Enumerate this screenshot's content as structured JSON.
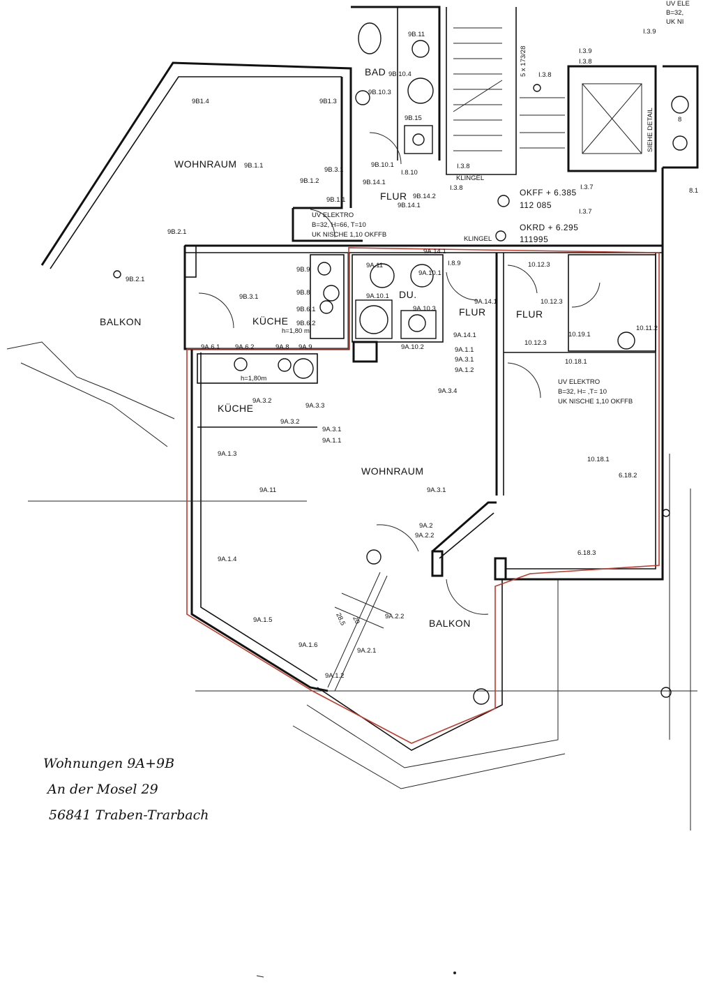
{
  "colors": {
    "ink": "#111111",
    "cable": "#c0392b",
    "paper": "#ffffff"
  },
  "rooms": {
    "wohnraum_9b": "WOHNRAUM",
    "bad": "BAD",
    "flur_9b": "FLUR",
    "balkon_left": "BALKON",
    "kueche_9b": "KÜCHE",
    "du": "DU.",
    "flur_9a": "FLUR",
    "flur_10": "FLUR",
    "kueche_9a": "KÜCHE",
    "wohnraum_9a": "WOHNRAUM",
    "balkon_bottom": "BALKON"
  },
  "notes": {
    "uv1_title": "UV ELEKTRO",
    "uv1_dims": "B=32, H=66, T=10",
    "uv1_nische": "UK NISCHE 1,10 OKFFB",
    "uv2_title": "UV ELEKTRO",
    "uv2_dims": "B=32, H=    ,T= 10",
    "uv2_nische": "UK NISCHE 1,10 OKFFB",
    "okff": "OKFF + 6.385",
    "okff_sub": "112 085",
    "okrd": "OKRD + 6.295",
    "okrd_sub": "111995",
    "klingel1": "KLINGEL",
    "klingel2": "KLINGEL",
    "stairs": "5 x 173/28",
    "siehe_detail": "SIEHE DETAIL",
    "uv_top1": "UV ELE",
    "uv_top2": "B=32,",
    "uv_top3": "UK NI",
    "kueche_h": "h=1,80 m",
    "h180": "h=1,80m"
  },
  "labels": {
    "l_9b14": "9B1.4",
    "l_9b13": "9B1.3",
    "l_9b11": "9B.1.1",
    "l_9b11b": "9B.1.1",
    "l_9b12": "9B.1.2",
    "l_9b31": "9B.3.1",
    "l_9b101": "9B.10.1",
    "l_9b141": "9B.14.1",
    "l_9b1411": "9B.14.1",
    "l_9b142": "9B.14.2",
    "l_i810": "I.8.10",
    "l_9b11t": "9B.11",
    "l_9b104": "9B.10.4",
    "l_9b103": "9B.10.3",
    "l_9b15": "9B.15",
    "l_i39": "I.3.9",
    "l_i39b": "I.3.9",
    "l_i38": "I.3.8",
    "l_i38b": "I.3.8",
    "l_i38c": "I.3.8",
    "l_i38d": "I.3.8",
    "l_i37": "I.3.7",
    "l_i37b": "I.3.7",
    "l_81": "8.1",
    "l_8": "8",
    "l_9b21": "9B.2.1",
    "l_9b21b": "9B.2.1",
    "l_9b9": "9B.9",
    "l_9b8": "9B.8",
    "l_9b61": "9B.6.1",
    "l_9b62": "9B.6.2",
    "l_9b31b": "9B.3.1",
    "l_9a141": "9A.14.1",
    "l_i89": "I.8.9",
    "l_9a11": "9A.11",
    "l_9a101": "9A.10.1",
    "l_9a101b": "9A.10.1",
    "l_9a103": "9A.10.3",
    "l_9a1411": "9A.14.1",
    "l_9a1412": "9A.14.1",
    "l_10123": "10.12.3",
    "l_10123b": "10.12.3",
    "l_10123c": "10.12.3",
    "l_10191": "10.19.1",
    "l_10112": "10.11.2",
    "l_10181": "10.18.1",
    "l_10181b": "10.18.1",
    "l_9a61": "9A.6.1",
    "l_9a62": "9A.6.2",
    "l_9a8": "9A.8",
    "l_9a9": "9A.9",
    "l_9a102": "9A.10.2",
    "l_9a11b": "9A.1.1",
    "l_9a31": "9A.3.1",
    "l_9a12": "9A.1.2",
    "l_9a34": "9A.3.4",
    "l_9a32": "9A.3.2",
    "l_9a33": "9A.3.3",
    "l_9a32b": "9A.3.2",
    "l_9a311": "9A.3.1",
    "l_9a111": "9A.1.1",
    "l_9a13": "9A.1.3",
    "l_9a11c": "9A.11",
    "l_9a31c": "9A.3.1",
    "l_6182": "6.18.2",
    "l_9a2": "9A.2",
    "l_9a22": "9A.2.2",
    "l_9a14": "9A.1.4",
    "l_6183": "6.18.3",
    "l_9a15": "9A.1.5",
    "l_9a16": "9A.1.6",
    "l_9a222": "9A.2.2",
    "l_9a21": "9A.2.1",
    "l_9a12b": "9A.1.2",
    "l_dim1": "28,5",
    "l_dim2": "20"
  },
  "handwritten": {
    "line1": "Wohnungen 9A+9B",
    "line2": "An der Mosel 29",
    "line3": "56841 Traben-Trarbach"
  }
}
